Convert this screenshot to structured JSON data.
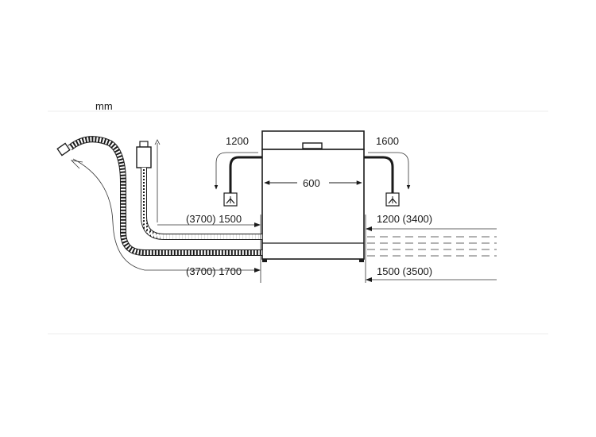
{
  "diagram": {
    "unit": "mm",
    "appliance_width": "600",
    "top_left_clearance": "1200",
    "top_right_clearance": "1600",
    "left_upper_hose": "(3700) 1500",
    "left_lower_hose": "(3700) 1700",
    "right_upper_hose": "1200 (3400)",
    "right_lower_hose": "1500 (3500)"
  },
  "colors": {
    "stroke": "#1a1a1a",
    "thin": "#333333",
    "floor": "#e8e8e8"
  },
  "icons": [
    "water-tap-icon",
    "drain-icon",
    "hose-connector-icon"
  ]
}
